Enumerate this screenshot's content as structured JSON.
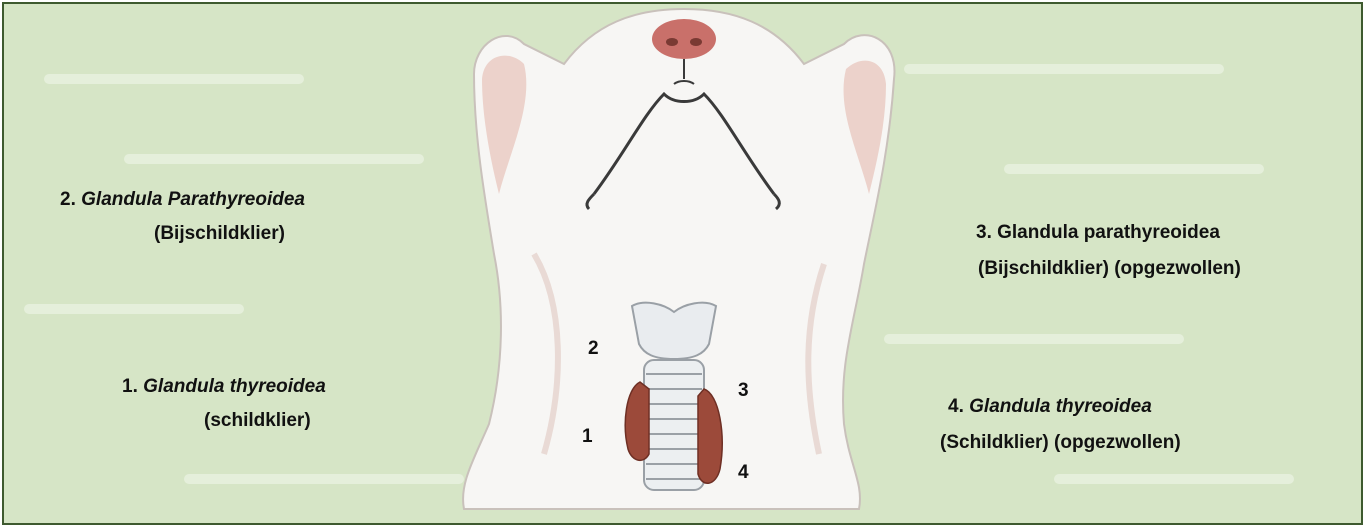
{
  "labels": {
    "left_top": {
      "number": "2.",
      "name": "Glandula Parathyreoidea",
      "sub": "(Bijschildklier)"
    },
    "left_bottom": {
      "number": "1.",
      "name": "Glandula thyreoidea",
      "sub": "(schildklier)"
    },
    "right_top": {
      "line1": "3. Glandula parathyreoidea",
      "line2": "(Bijschildklier) (opgezwollen)"
    },
    "right_bottom": {
      "number": "4.",
      "name": "Glandula thyreoidea",
      "sub": "(Schildklier)  (opgezwollen)"
    }
  },
  "markers": {
    "m1": "1",
    "m2": "2",
    "m3": "3",
    "m4": "4"
  },
  "colors": {
    "background": "#d6e5c6",
    "border": "#3e5a2f",
    "thyroid": "#9c4a3a",
    "nose": "#c9706a"
  },
  "icons": {
    "illustration": "cat-neck-illustration"
  }
}
